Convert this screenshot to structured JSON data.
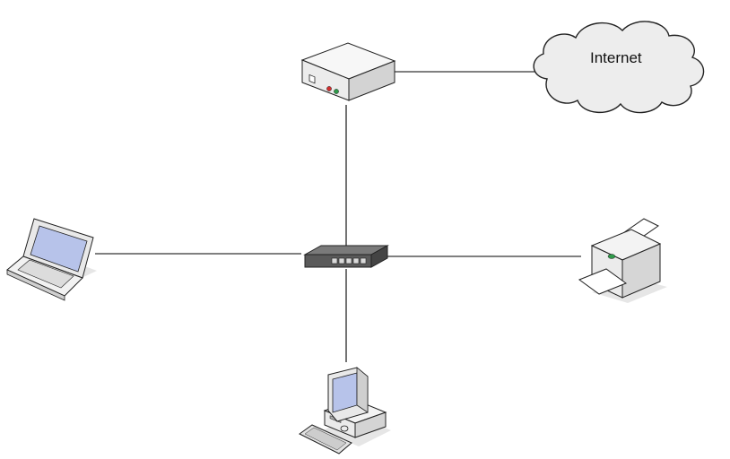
{
  "diagram": {
    "internet_label": "Internet"
  },
  "colors": {
    "line": "#000000",
    "device_light": "#f4f4f4",
    "device_shadow": "#c8c8c8",
    "switch_body": "#5a5a5a",
    "screen": "#b7c3ea",
    "cloud_fill": "#ededed",
    "led_red": "#d22f2f",
    "led_green": "#2f9a4a"
  },
  "nodes": [
    "modem-router",
    "internet-cloud",
    "network-switch",
    "laptop",
    "printer",
    "desktop-computer"
  ]
}
